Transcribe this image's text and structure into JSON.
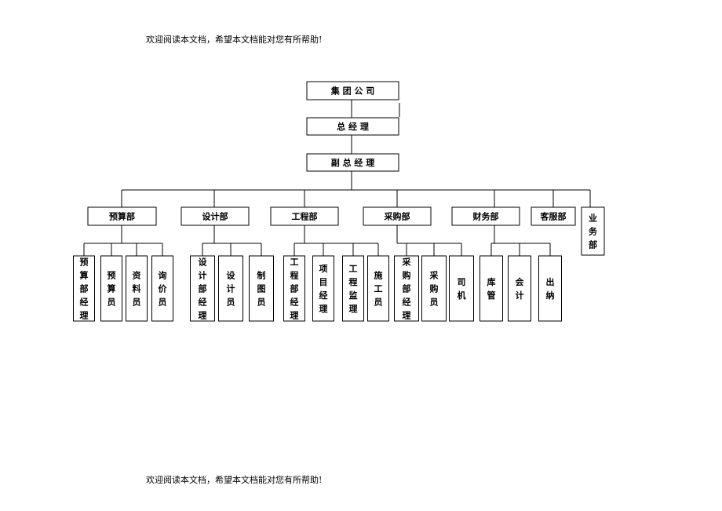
{
  "header_note": "欢迎阅读本文档，希望本文档能对您有所帮助!",
  "footer_note": "欢迎阅读本文档，希望本文档能对您有所帮助!",
  "org": {
    "top": [
      "集 团 公 司",
      "总 经 理",
      "副 总 经 理"
    ],
    "departments": [
      {
        "name": "预算部",
        "staff": [
          "预算部经理",
          "预算员",
          "资料员",
          "询价员"
        ]
      },
      {
        "name": "设计部",
        "staff": [
          "设计部经理",
          "设计员",
          "制图员"
        ]
      },
      {
        "name": "工程部",
        "staff": [
          "工程部经理",
          "项目经理",
          "工程监理",
          "施工员"
        ]
      },
      {
        "name": "采购部",
        "staff": [
          "采购部经理",
          "采购员",
          "司机"
        ]
      },
      {
        "name": "财务部",
        "staff": [
          "库管",
          "会计",
          "出纳"
        ]
      },
      {
        "name": "客服部",
        "staff": []
      },
      {
        "name": "业务部",
        "staff": []
      }
    ]
  }
}
